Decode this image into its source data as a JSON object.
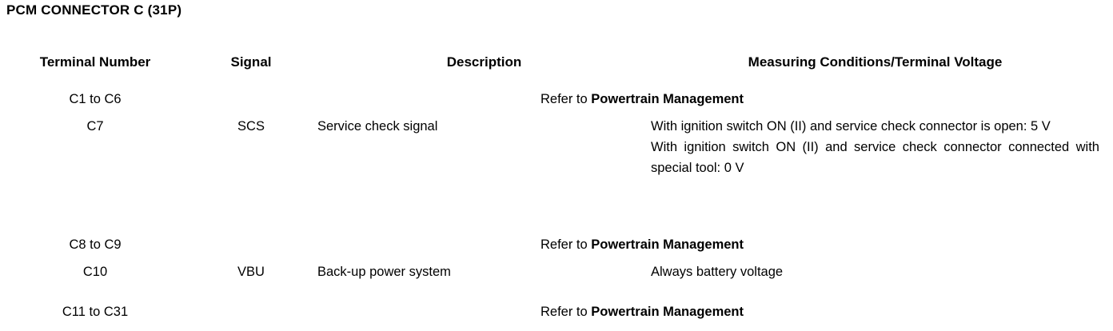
{
  "document": {
    "title": "PCM CONNECTOR C (31P)"
  },
  "table": {
    "headers": {
      "terminal_number": "Terminal Number",
      "signal": "Signal",
      "description": "Description",
      "measuring": "Measuring Conditions/Terminal Voltage"
    },
    "refer_prefix": "Refer to ",
    "refer_bold": "Powertrain Management",
    "rows": [
      {
        "type": "refer",
        "terminal": "C1 to C6"
      },
      {
        "type": "data",
        "terminal": "C7",
        "signal": "SCS",
        "description": "Service check signal",
        "conditions": [
          "With ignition switch ON (II) and service check connector is open: 5 V",
          "With ignition switch ON (II) and service check connector connected with special tool: 0 V"
        ]
      },
      {
        "type": "refer",
        "terminal": "C8 to C9"
      },
      {
        "type": "data",
        "terminal": "C10",
        "signal": "VBU",
        "description": "Back-up power system",
        "conditions": [
          "Always battery voltage"
        ]
      },
      {
        "type": "refer",
        "terminal": "C11 to C31"
      }
    ]
  }
}
